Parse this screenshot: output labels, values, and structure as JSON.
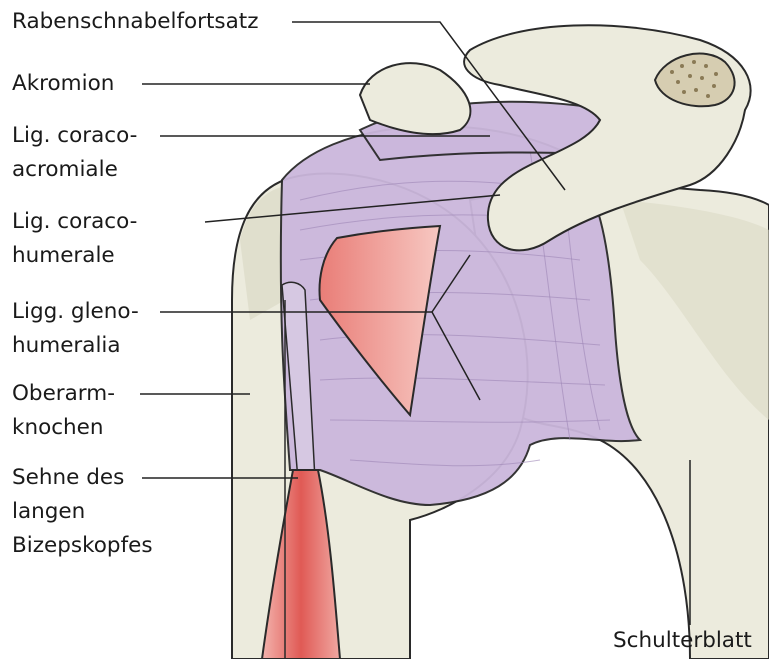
{
  "labels": {
    "rabenschnabelfortsatz": "Rabenschnabelfortsatz",
    "akromion": "Akromion",
    "lig_coraco_acromiale": [
      "Lig. coraco-",
      "acromiale"
    ],
    "lig_coraco_humerale": [
      "Lig. coraco-",
      "humerale"
    ],
    "ligg_gleno_humeralia": [
      "Ligg. gleno-",
      "humeralia"
    ],
    "oberarmknochen": [
      "Oberarm-",
      "knochen"
    ],
    "sehne_bizeps": [
      "Sehne des",
      "langen",
      "Bizepskopfes"
    ],
    "schulterblatt": "Schulterblatt"
  },
  "colors": {
    "bone": "#ecebdd",
    "ligament": "#cbb7dc",
    "muscle": "#e06a66",
    "outline": "#2a2a2a"
  }
}
